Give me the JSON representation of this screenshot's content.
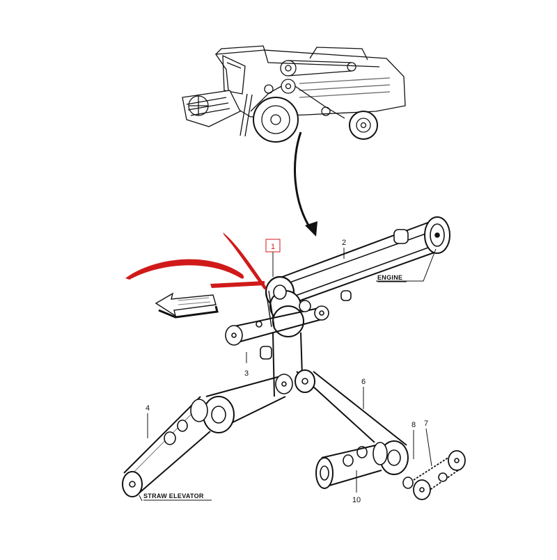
{
  "diagram": {
    "labels": {
      "engine": "ENGINE",
      "straw_elevator": "STRAW ELEVATOR"
    },
    "callouts": {
      "c1": "1",
      "c2": "2",
      "c3": "3",
      "c4": "4",
      "c6": "6",
      "c7": "7",
      "c8": "8",
      "c10": "10"
    },
    "colors": {
      "line": "#111111",
      "highlight": "#d01a1a",
      "hatch": "#777777"
    }
  }
}
